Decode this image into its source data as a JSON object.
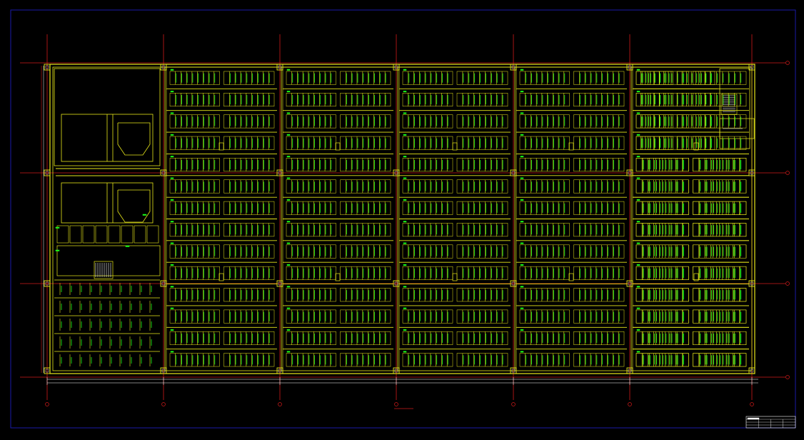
{
  "drawing": {
    "background_color": "#000000",
    "frame_color": "#1a1aa8",
    "grid_color": "#d11a1a",
    "structure_color": "#e8e81a",
    "annotation_color": "#1aff1a",
    "white_color": "#ffffff",
    "drawing_title": "",
    "grid_axes": {
      "vertical": [
        "",
        "",
        "",
        "",
        "",
        "",
        ""
      ],
      "horizontal": [
        "",
        "",
        "",
        ""
      ]
    }
  },
  "title_block": {
    "visible": true,
    "rows": 4,
    "columns": 4
  },
  "plan": {
    "bays": 6,
    "storage_rows_per_bay": 14,
    "stair_core": "left",
    "stair_core_right": "right"
  }
}
